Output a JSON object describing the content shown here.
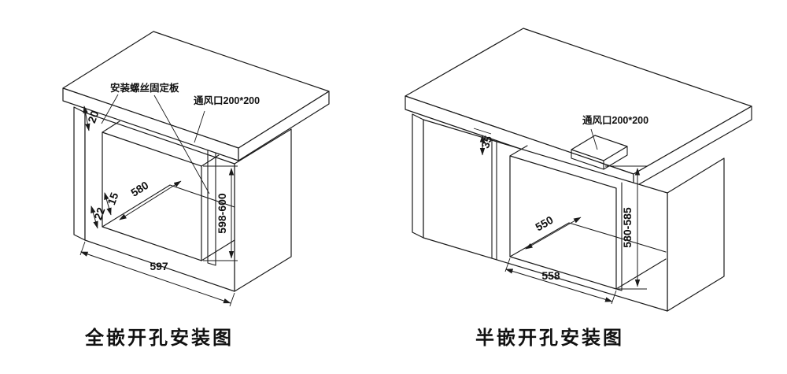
{
  "colors": {
    "line": "#1a1a1a",
    "background": "#ffffff"
  },
  "left": {
    "title": "全嵌开孔安装图",
    "label_fixing_plate": "安装螺丝固定板",
    "label_vent": "通风口200*200",
    "dim_top_gap": "20",
    "dim_small_a": "15",
    "dim_small_b": "22",
    "dim_depth": "580",
    "dim_height": "598-600",
    "dim_width": "597"
  },
  "right": {
    "title": "半嵌开孔安装图",
    "label_vent": "通风口200*200",
    "dim_top_gap": "35",
    "dim_depth": "550",
    "dim_height": "580-585",
    "dim_width": "558"
  }
}
